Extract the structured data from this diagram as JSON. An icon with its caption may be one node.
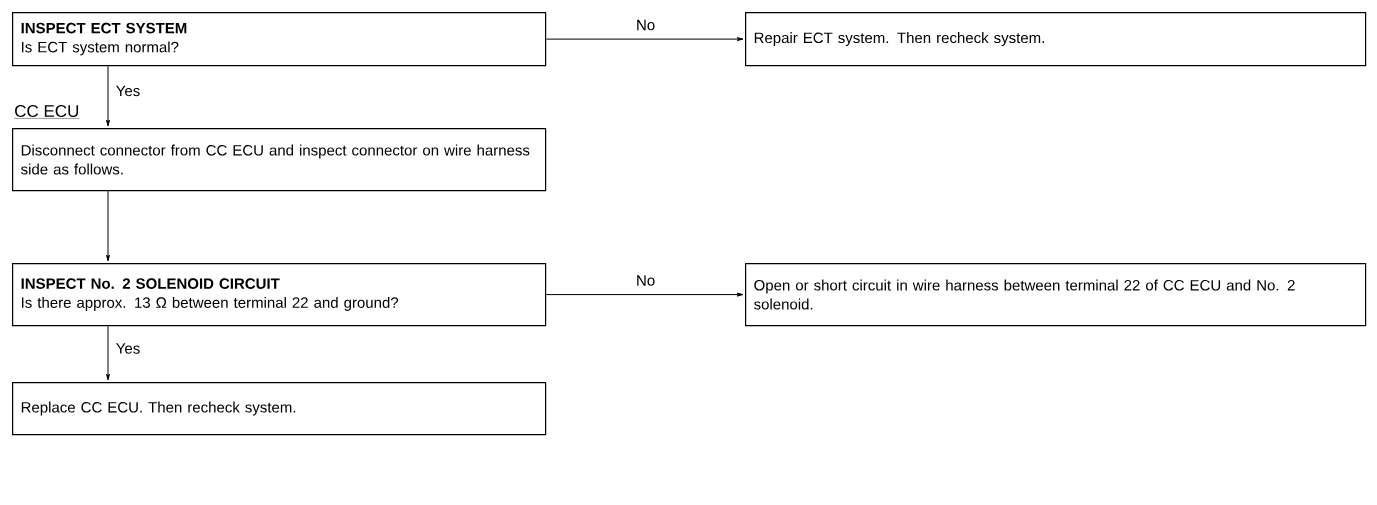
{
  "diagram": {
    "nodes": [
      {
        "text": [
          "INSPECT ECT SYSTEM",
          "Is ECT system normal?"
        ]
      },
      {
        "text": [
          "Repair ECT system. Then recheck system."
        ]
      },
      {
        "text": [
          "Disconnect connector from CC ECU and inspect connector on wire harness side as follows."
        ]
      },
      {
        "text": [
          "INSPECT No. 2 SOLENOID CIRCUIT",
          "Is there approx. 13 Ω between terminal 22 and ground?"
        ]
      },
      {
        "text": [
          "Open or short circuit in wire harness between terminal 22 of CC ECU and No. 2 solenoid."
        ]
      },
      {
        "text": [
          "Replace CC ECU. Then recheck system."
        ]
      }
    ],
    "edges": [
      {
        "from": 0,
        "to": 1,
        "arrow": "to",
        "label": "No"
      },
      {
        "from": 0,
        "to": 2,
        "arrow": "to",
        "label": "Yes"
      },
      {
        "from": 2,
        "to": 3,
        "arrow": "to"
      },
      {
        "from": 3,
        "to": 4,
        "arrow": "to",
        "label": "No"
      },
      {
        "from": 3,
        "to": 5,
        "arrow": "to",
        "label": "Yes"
      }
    ],
    "labels": [
      "CC ECU"
    ]
  }
}
